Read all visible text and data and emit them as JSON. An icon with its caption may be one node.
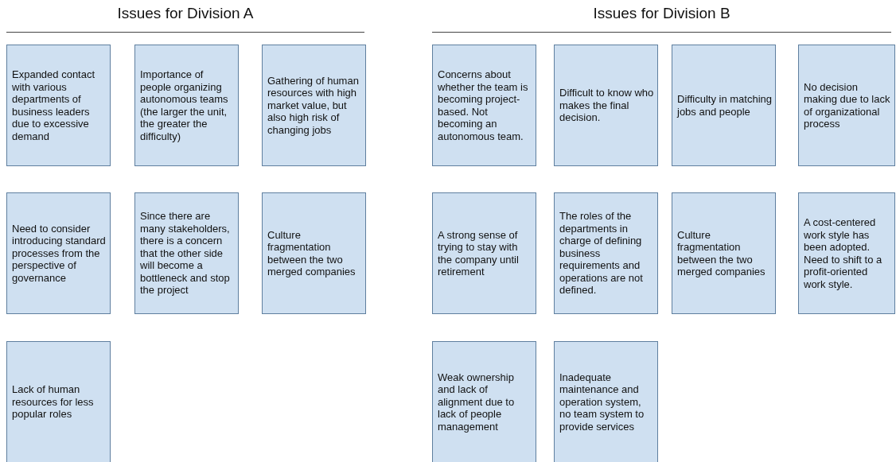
{
  "diagram": {
    "nodes": [
      {
        "text": [
          "Expanded contact with various departments of business leaders due to excessive demand"
        ]
      },
      {
        "text": [
          "Importance of people organizing autonomous teams (the larger the unit, the greater the difficulty)"
        ]
      },
      {
        "text": [
          "Gathering of human resources with high market value, but also high risk of changing jobs"
        ]
      },
      {
        "text": [
          "Need to consider introducing standard processes from the perspective of governance"
        ]
      },
      {
        "text": [
          "Since there are many stakeholders, there is a concern that the other side will become a bottleneck and stop the project"
        ]
      },
      {
        "text": [
          "Culture fragmentation between the two merged companies"
        ]
      },
      {
        "text": [
          "Lack of human resources for less popular roles"
        ]
      },
      {
        "text": [
          "Concerns about whether the team is becoming project-based. Not becoming an autonomous team."
        ]
      },
      {
        "text": [
          "Difficult to know who makes the final decision."
        ]
      },
      {
        "text": [
          "Difficulty in matching jobs and people"
        ]
      },
      {
        "text": [
          "No decision making due to lack of organizational process"
        ]
      },
      {
        "text": [
          "A strong sense of trying to stay with the company until retirement"
        ]
      },
      {
        "text": [
          "The roles of the departments in charge of defining business requirements and operations are not defined."
        ]
      },
      {
        "text": [
          "Culture fragmentation between the two merged companies"
        ]
      },
      {
        "text": [
          "A cost-centered work style has been adopted. Need to shift to a profit-oriented work style."
        ]
      },
      {
        "text": [
          "Weak ownership and lack of alignment due to lack of people management"
        ]
      },
      {
        "text": [
          "Inadequate maintenance and operation system, no team system to provide services"
        ]
      }
    ],
    "edges": [],
    "labels": [
      "Issues for Division A",
      "Issues for Division B"
    ]
  }
}
